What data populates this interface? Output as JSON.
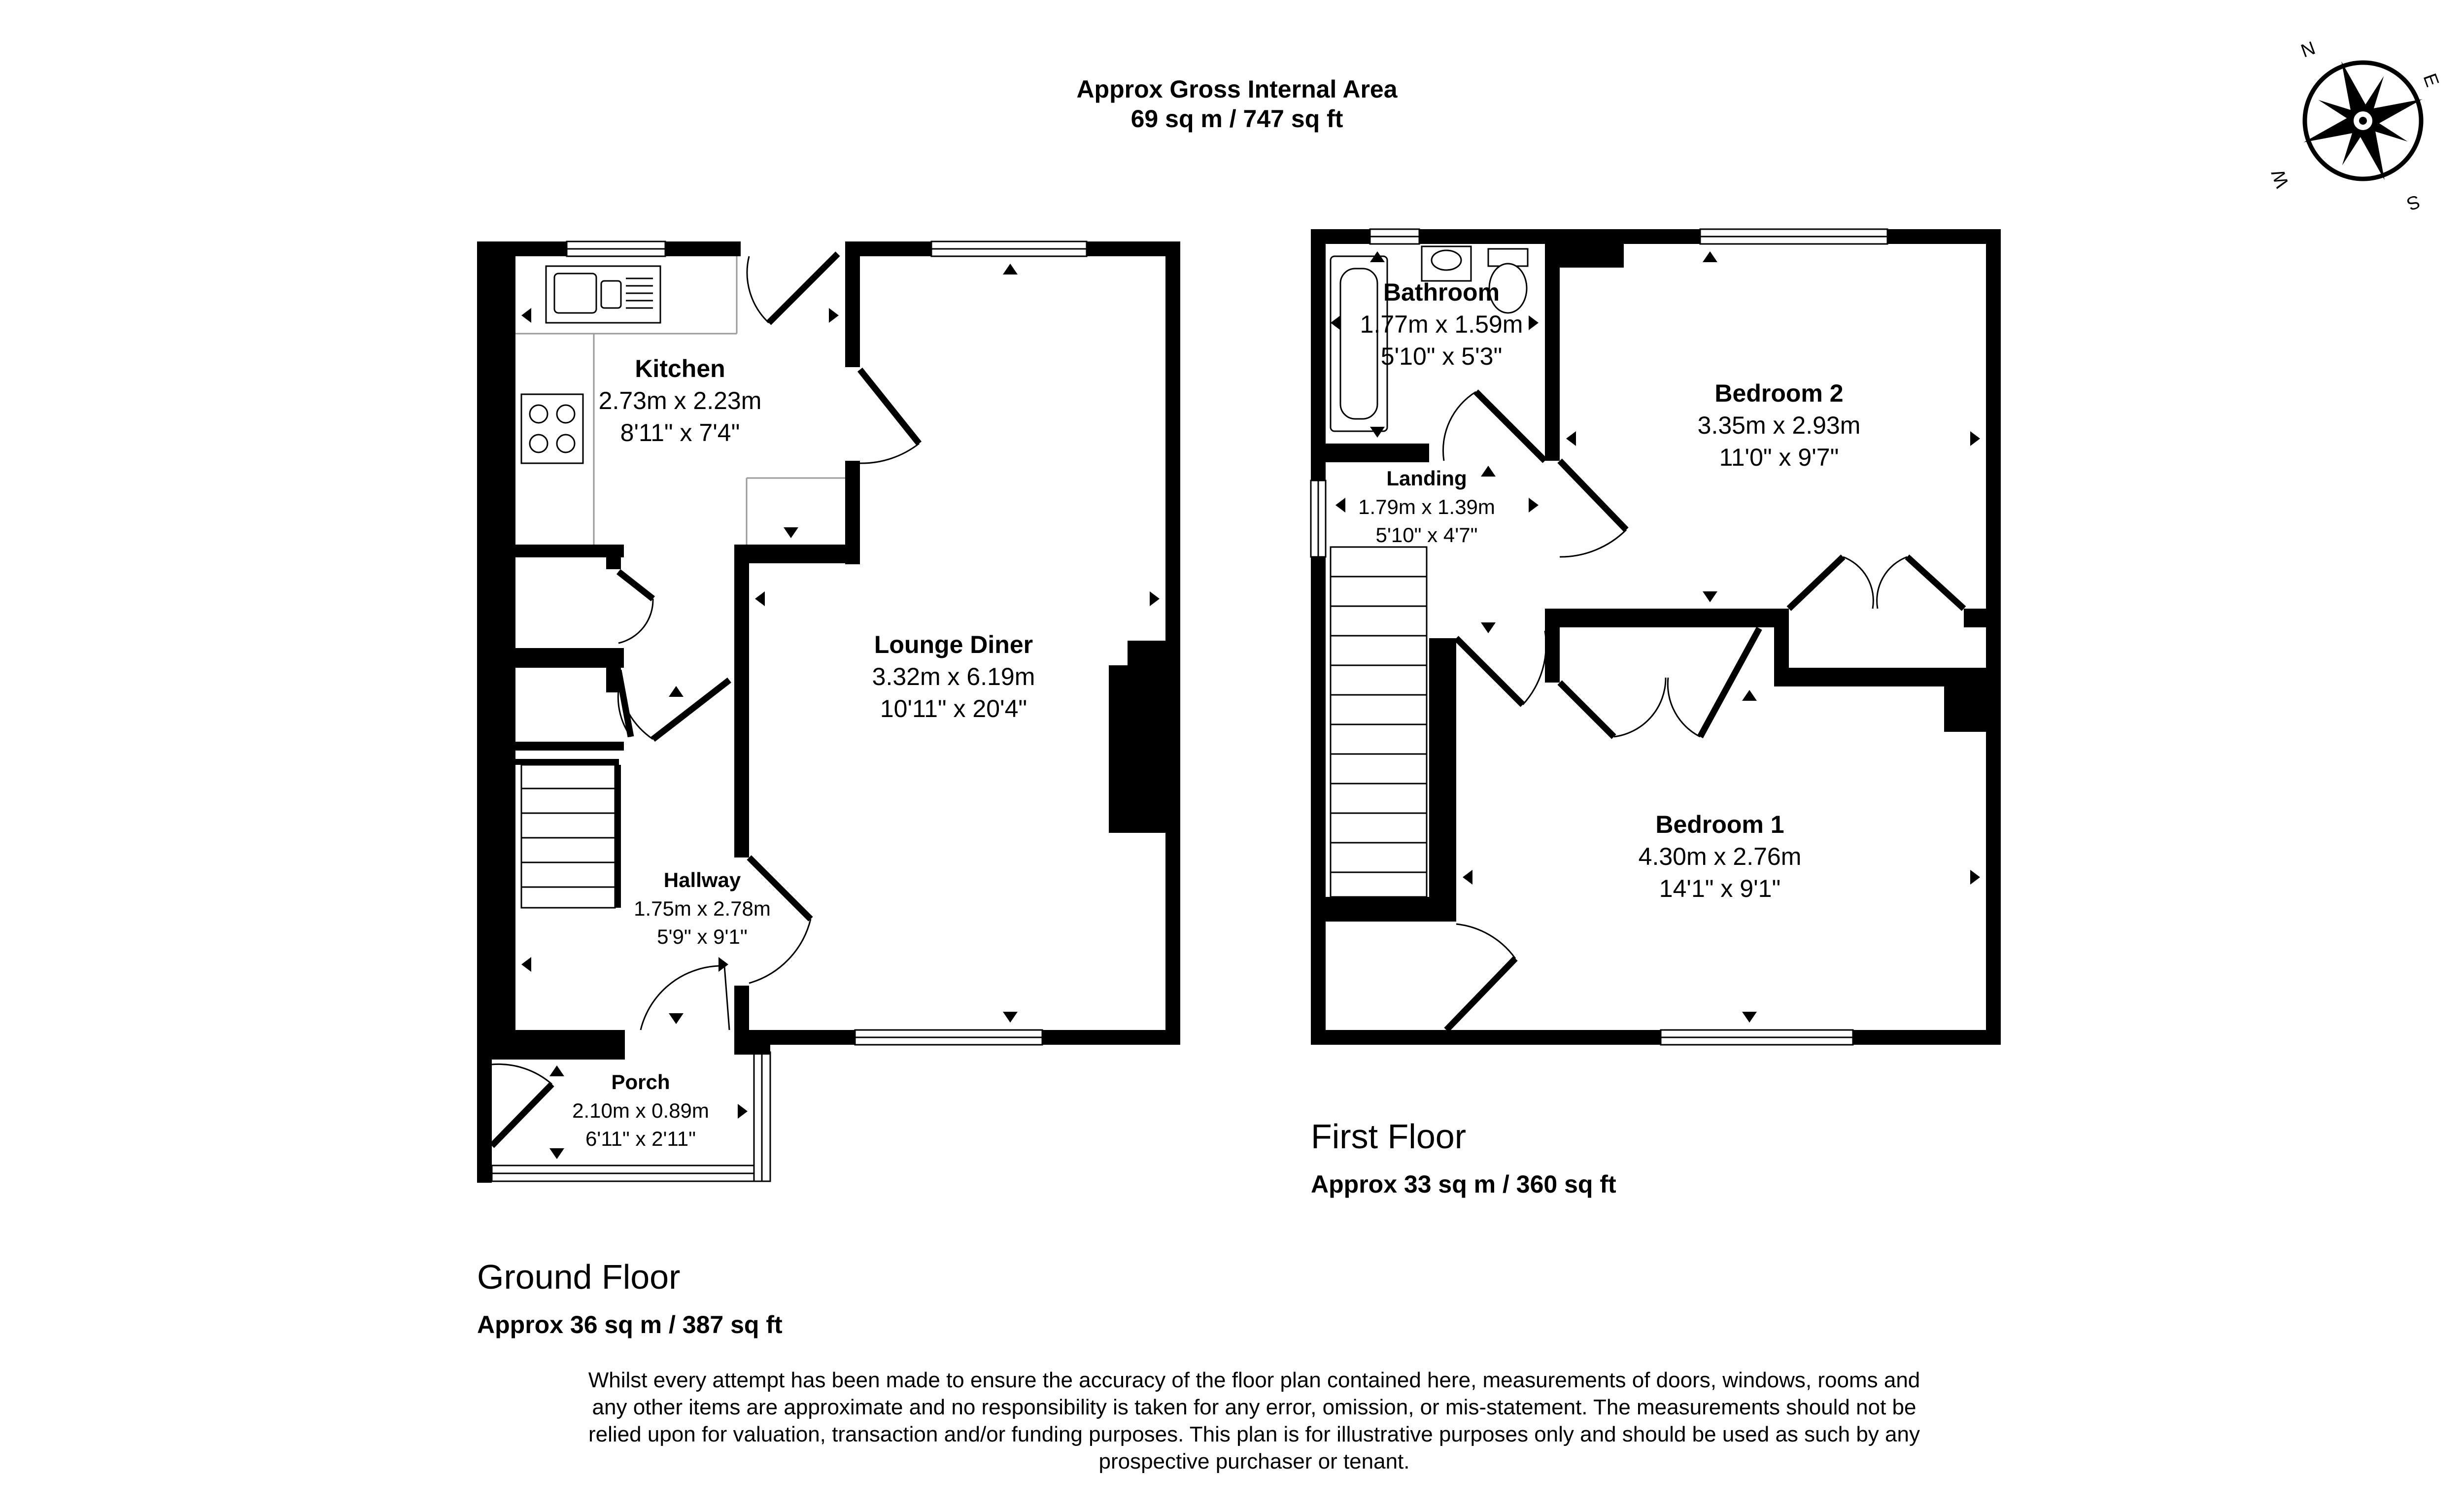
{
  "header": {
    "title": "Approx Gross Internal Area",
    "area": "69 sq m / 747 sq ft"
  },
  "compass": {
    "n": "N",
    "e": "E",
    "s": "S",
    "w": "W",
    "icon": "compass-rose-icon"
  },
  "ground_floor": {
    "name": "Ground Floor",
    "area": "Approx 36 sq m / 387 sq ft",
    "rooms": {
      "kitchen": {
        "name": "Kitchen",
        "metric": "2.73m x 2.23m",
        "imperial": "8'11\" x 7'4\""
      },
      "lounge": {
        "name": "Lounge Diner",
        "metric": "3.32m x 6.19m",
        "imperial": "10'11\" x 20'4\""
      },
      "hallway": {
        "name": "Hallway",
        "metric": "1.75m x 2.78m",
        "imperial": "5'9\" x 9'1\""
      },
      "porch": {
        "name": "Porch",
        "metric": "2.10m x 0.89m",
        "imperial": "6'11\" x 2'11\""
      }
    }
  },
  "first_floor": {
    "name": "First Floor",
    "area": "Approx 33 sq m / 360 sq ft",
    "rooms": {
      "bathroom": {
        "name": "Bathroom",
        "metric": "1.77m x 1.59m",
        "imperial": "5'10\" x 5'3\""
      },
      "bedroom2": {
        "name": "Bedroom 2",
        "metric": "3.35m x 2.93m",
        "imperial": "11'0\" x 9'7\""
      },
      "landing": {
        "name": "Landing",
        "metric": "1.79m x 1.39m",
        "imperial": "5'10\" x 4'7\""
      },
      "bedroom1": {
        "name": "Bedroom 1",
        "metric": "4.30m x 2.76m",
        "imperial": "14'1\" x 9'1\""
      }
    }
  },
  "disclaimer": {
    "line1": "Whilst every attempt has been made to ensure the accuracy of the floor plan contained here, measurements of doors, windows, rooms and",
    "line2": "any other items are approximate and no responsibility is taken for any error, omission, or mis-statement. The measurements should not be",
    "line3": "relied upon for valuation, transaction and/or funding purposes. This plan is for illustrative purposes only and should be used as such by any",
    "line4": "prospective purchaser or tenant."
  }
}
